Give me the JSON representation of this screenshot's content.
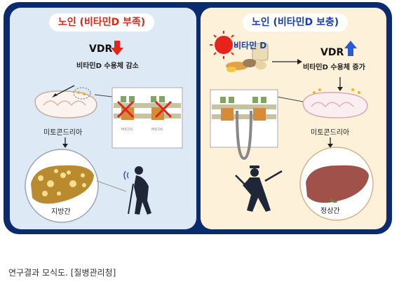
{
  "left": {
    "title": "노인 (비타민D 부족)",
    "vdr": "VDR",
    "receptor_text": "비타민D 수용체 감소",
    "mito_label": "미토콘드리아",
    "liver_label": "지방간"
  },
  "right": {
    "title": "노인 (비타민D 보충)",
    "vitd_label": "비타민 D",
    "vdr": "VDR",
    "receptor_text": "비타민D 수용체 증가",
    "mito_label": "미토콘드리아",
    "liver_label": "정상간"
  },
  "caption": "연구결과 모식도. [질병관리청]",
  "colors": {
    "frame": "#0c2a6e",
    "left_panel": "#dde9f5",
    "right_panel": "#fdf2d9",
    "decrease_arrow": "#e0261a",
    "increase_arrow": "#2a5bd7",
    "sun": "#e8231b",
    "fatty_liver": "#b98a2e",
    "healthy_liver": "#a0524a"
  },
  "icons": [
    "down-arrow-icon",
    "up-arrow-icon",
    "sun-icon",
    "food-icon",
    "mitochondria-icon",
    "membrane-icon",
    "cross-mark-icon",
    "liver-icon",
    "elderly-person-icon"
  ]
}
